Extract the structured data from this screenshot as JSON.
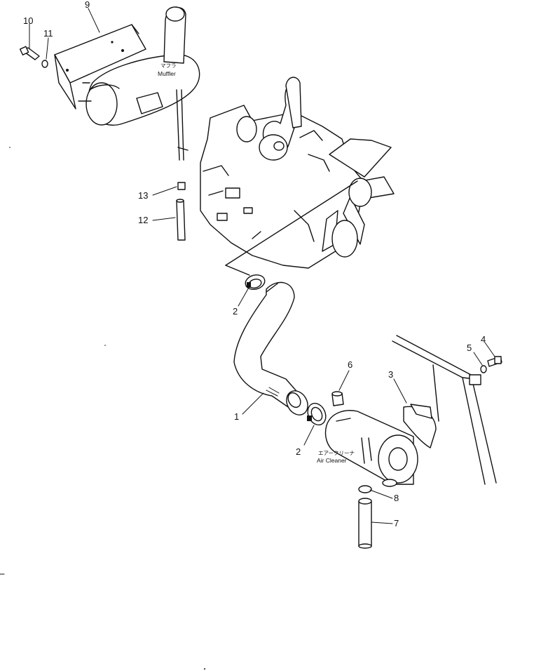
{
  "labels": {
    "muffler_jp": "マフラ",
    "muffler_en": "Muffler",
    "air_cleaner_jp": "エアークリーナ",
    "air_cleaner_en": "Air Cleaner"
  },
  "callouts": {
    "c1": "1",
    "c2a": "2",
    "c2b": "2",
    "c3": "3",
    "c4": "4",
    "c5": "5",
    "c6": "6",
    "c7": "7",
    "c8": "8",
    "c9": "9",
    "c10": "10",
    "c11": "11",
    "c12": "12",
    "c13": "13"
  }
}
